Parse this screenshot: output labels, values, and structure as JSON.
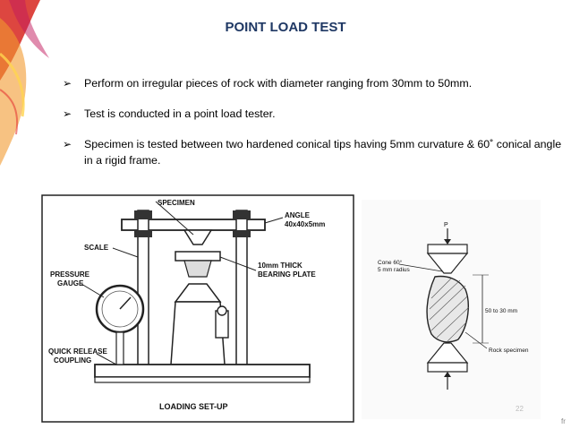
{
  "title": "POINT LOAD TEST",
  "bullets": [
    "Perform on irregular pieces of rock with diameter ranging from 30mm to 50mm.",
    "Test is conducted in a point load tester.",
    "Specimen is tested between two hardened conical tips having 5mm curvature & 60˚ conical angle in a rigid frame."
  ],
  "figure_left": {
    "specimen": "SPECIMEN",
    "angle": "ANGLE",
    "angle_size": "40x40x5mm",
    "scale": "SCALE",
    "pressure": "PRESSURE",
    "gauge": "GAUGE",
    "plate_1": "10mm THICK",
    "plate_2": "BEARING PLATE",
    "quick": "QUICK RELEASE",
    "coupling": "COUPLING",
    "caption": "LOADING SET-UP"
  },
  "figure_right": {
    "p": "P",
    "cone": "Cone 60°",
    "radius": "5 mm radius",
    "range": "50 to 30 mm",
    "rock": "Rock specimen"
  },
  "page_number": "22",
  "corner_mark": "fr",
  "colors": {
    "title": "#1f3864",
    "deco_red": "#d7261e",
    "deco_orange": "#f29a2e"
  }
}
